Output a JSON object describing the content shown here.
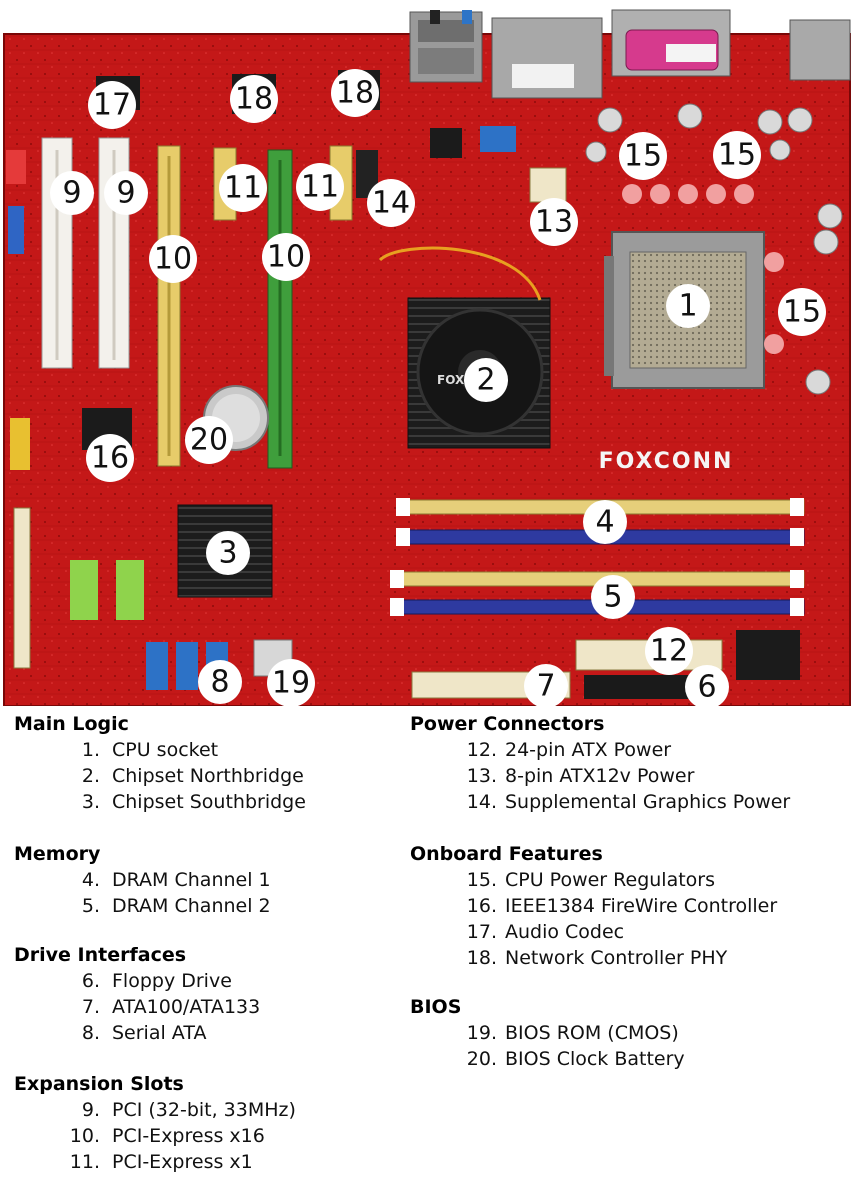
{
  "brand_logo": "FOXCONN",
  "heatsink_logo": "FOXCONN",
  "markers": [
    "1",
    "2",
    "3",
    "4",
    "5",
    "6",
    "7",
    "8",
    "9",
    "9",
    "10",
    "10",
    "11",
    "11",
    "12",
    "13",
    "14",
    "15",
    "15",
    "15",
    "16",
    "17",
    "18",
    "18",
    "19",
    "20"
  ],
  "legend": {
    "main_logic": {
      "title": "Main Logic",
      "items": [
        {
          "num": "1.",
          "label": "CPU socket"
        },
        {
          "num": "2.",
          "label": "Chipset Northbridge"
        },
        {
          "num": "3.",
          "label": "Chipset Southbridge"
        }
      ]
    },
    "memory": {
      "title": "Memory",
      "items": [
        {
          "num": "4.",
          "label": "DRAM Channel 1"
        },
        {
          "num": "5.",
          "label": "DRAM Channel 2"
        }
      ]
    },
    "drive_interfaces": {
      "title": "Drive Interfaces",
      "items": [
        {
          "num": "6.",
          "label": "Floppy Drive"
        },
        {
          "num": "7.",
          "label": "ATA100/ATA133"
        },
        {
          "num": "8.",
          "label": "Serial ATA"
        }
      ]
    },
    "expansion_slots": {
      "title": "Expansion Slots",
      "items": [
        {
          "num": "9.",
          "label": "PCI (32-bit, 33MHz)"
        },
        {
          "num": "10.",
          "label": "PCI-Express x16"
        },
        {
          "num": "11.",
          "label": "PCI-Express x1"
        }
      ]
    },
    "power_connectors": {
      "title": "Power Connectors",
      "items": [
        {
          "num": "12.",
          "label": "24-pin ATX Power"
        },
        {
          "num": "13.",
          "label": "8-pin ATX12v Power"
        },
        {
          "num": "14.",
          "label": "Supplemental Graphics Power"
        }
      ]
    },
    "onboard_features": {
      "title": "Onboard Features",
      "items": [
        {
          "num": "15.",
          "label": "CPU Power Regulators"
        },
        {
          "num": "16.",
          "label": "IEEE1384 FireWire Controller"
        },
        {
          "num": "17.",
          "label": "Audio Codec"
        },
        {
          "num": "18.",
          "label": "Network Controller PHY"
        }
      ]
    },
    "bios": {
      "title": "BIOS",
      "items": [
        {
          "num": "19.",
          "label": "BIOS ROM (CMOS)"
        },
        {
          "num": "20.",
          "label": "BIOS Clock Battery"
        }
      ]
    }
  }
}
